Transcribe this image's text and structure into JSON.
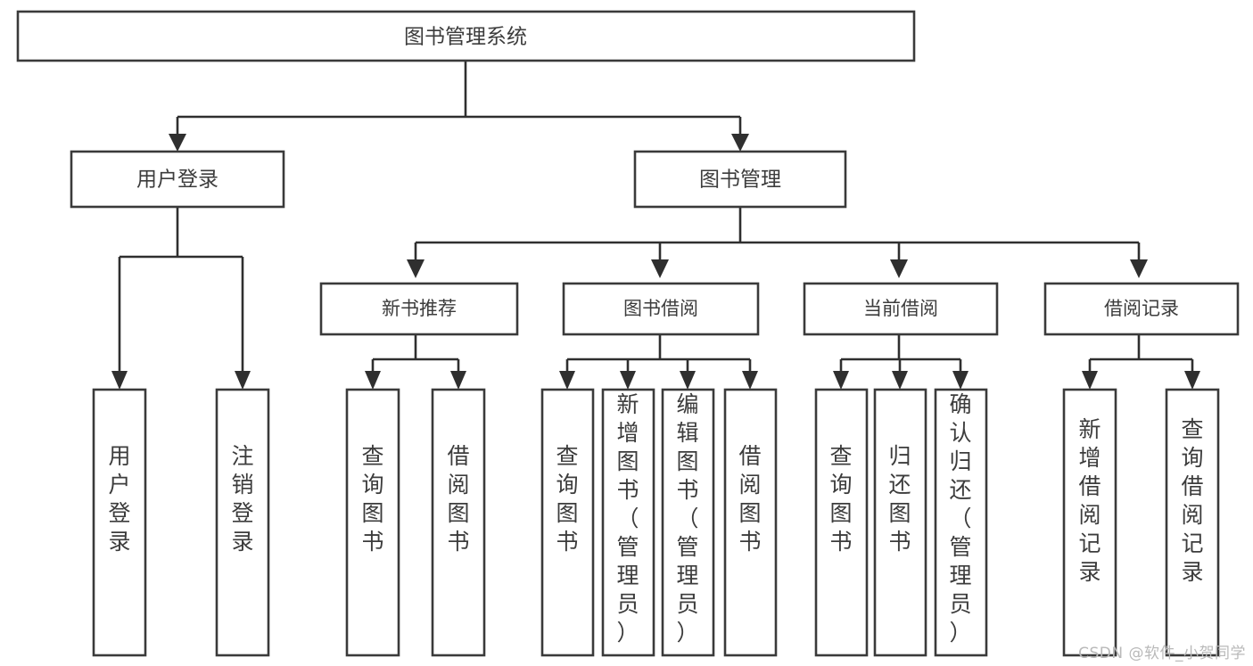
{
  "diagram": {
    "type": "tree-hierarchy-diagram",
    "title": "图书管理系统",
    "colors": {
      "box_border": "#3a3a3a",
      "box_fill": "#ffffff",
      "connector": "#2f2f2f",
      "text": "#3c3c3c",
      "background": "#ffffff",
      "watermark": "#b9b9b9"
    },
    "root": {
      "label": "图书管理系统"
    },
    "level2": [
      {
        "label": "用户登录"
      },
      {
        "label": "图书管理"
      }
    ],
    "level3": [
      {
        "label": "新书推荐"
      },
      {
        "label": "图书借阅"
      },
      {
        "label": "当前借阅"
      },
      {
        "label": "借阅记录"
      }
    ],
    "leaves": {
      "user_login": [
        {
          "label": "用户登录"
        },
        {
          "label": "注销登录"
        }
      ],
      "new_book_recommend": [
        {
          "label": "查询图书"
        },
        {
          "label": "借阅图书"
        }
      ],
      "book_borrow": [
        {
          "label": "查询图书"
        },
        {
          "label": "新增图书（管理员）"
        },
        {
          "label": "编辑图书（管理员）"
        },
        {
          "label": "借阅图书"
        }
      ],
      "current_borrow": [
        {
          "label": "查询图书"
        },
        {
          "label": "归还图书"
        },
        {
          "label": "确认归还（管理员）"
        }
      ],
      "borrow_record": [
        {
          "label": "新增借阅记录"
        },
        {
          "label": "查询借阅记录"
        }
      ]
    }
  },
  "watermark": {
    "text": "CSDN @软件_小贺同学"
  }
}
